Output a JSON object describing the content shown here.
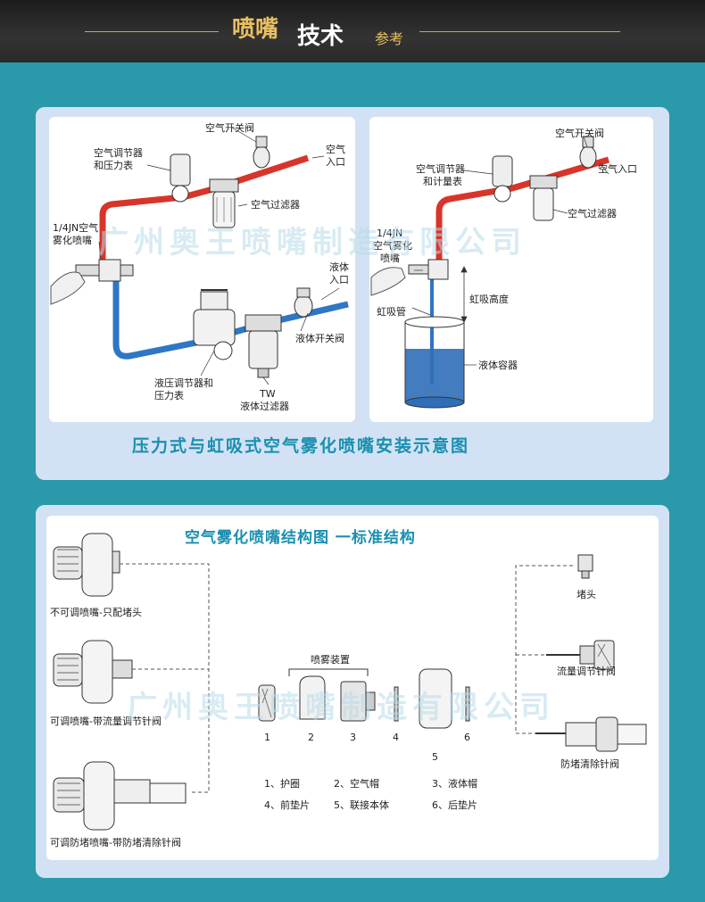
{
  "header": {
    "title_part1": "喷嘴",
    "title_part2": "技术",
    "title_part3": "参考"
  },
  "watermark": "广州奥王喷嘴制造有限公司",
  "install": {
    "caption": "压力式与虹吸式空气雾化喷嘴安装示意图",
    "pressure": {
      "air_switch_valve": "空气开关阀",
      "air_regulator_l1": "空气调节器",
      "air_regulator_l2": "和压力表",
      "air_inlet_l1": "空气",
      "air_inlet_l2": "入口",
      "air_filter": "空气过滤器",
      "nozzle_l1": "1/4JN空气",
      "nozzle_l2": "雾化喷嘴",
      "liquid_inlet_l1": "液体",
      "liquid_inlet_l2": "入口",
      "liquid_switch_valve": "液体开关阀",
      "hyd_regulator_l1": "液压调节器和",
      "hyd_regulator_l2": "压力表",
      "tw_l1": "TW",
      "tw_l2": "液体过滤器"
    },
    "siphon": {
      "air_switch_valve": "空气开关阀",
      "air_regulator_l1": "空气调节器",
      "air_regulator_l2": "和计量表",
      "air_inlet": "空气入口",
      "air_filter": "空气过滤器",
      "nozzle_l1": "1/4JN",
      "nozzle_l2": "空气雾化",
      "nozzle_l3": "喷嘴",
      "siphon_height": "虹吸高度",
      "siphon_tube": "虹吸管",
      "liquid_container": "液体容器"
    }
  },
  "structure": {
    "title": "空气雾化喷嘴结构图 一标准结构",
    "left": [
      "不可调喷嘴-只配堵头",
      "可调喷嘴-带流量调节针阀",
      "可调防堵喷嘴-带防堵清除针阀"
    ],
    "right": [
      "堵头",
      "流量调节针阀",
      "防堵清除针阀"
    ],
    "spray_device": "喷雾装置",
    "numbers": [
      "1",
      "2",
      "3",
      "4",
      "5",
      "6"
    ],
    "legend_row1": [
      "1、护圈",
      "2、空气帽",
      "3、液体帽"
    ],
    "legend_row2": [
      "4、前垫片",
      "5、联接本体",
      "6、后垫片"
    ]
  },
  "colors": {
    "air_pipe": "#d8352a",
    "liquid_pipe": "#2f76c4",
    "caption": "#1a8fb0",
    "header_gold": "#e8c060"
  }
}
